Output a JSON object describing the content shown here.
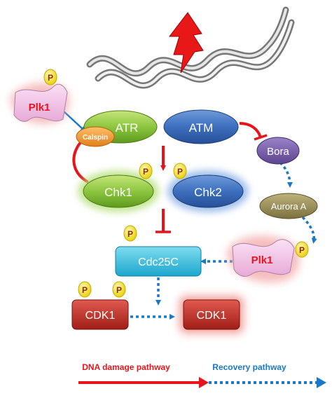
{
  "nodes": {
    "plk1_top": "Plk1",
    "atr": "ATR",
    "calspin": "Calspin",
    "atm": "ATM",
    "bora": "Bora",
    "chk1": "Chk1",
    "chk2": "Chk2",
    "aurora_a": "Aurora A",
    "plk1_right": "Plk1",
    "cdc25c": "Cdc25C",
    "cdk1_phos": "CDK1",
    "cdk1_active": "CDK1"
  },
  "phospho_label": "P",
  "legend": {
    "damage": "DNA damage pathway",
    "recovery": "Recovery pathway"
  },
  "colors": {
    "damage": "#e8141c",
    "recovery": "#1a78c8",
    "phospho": "#f5e21c"
  }
}
